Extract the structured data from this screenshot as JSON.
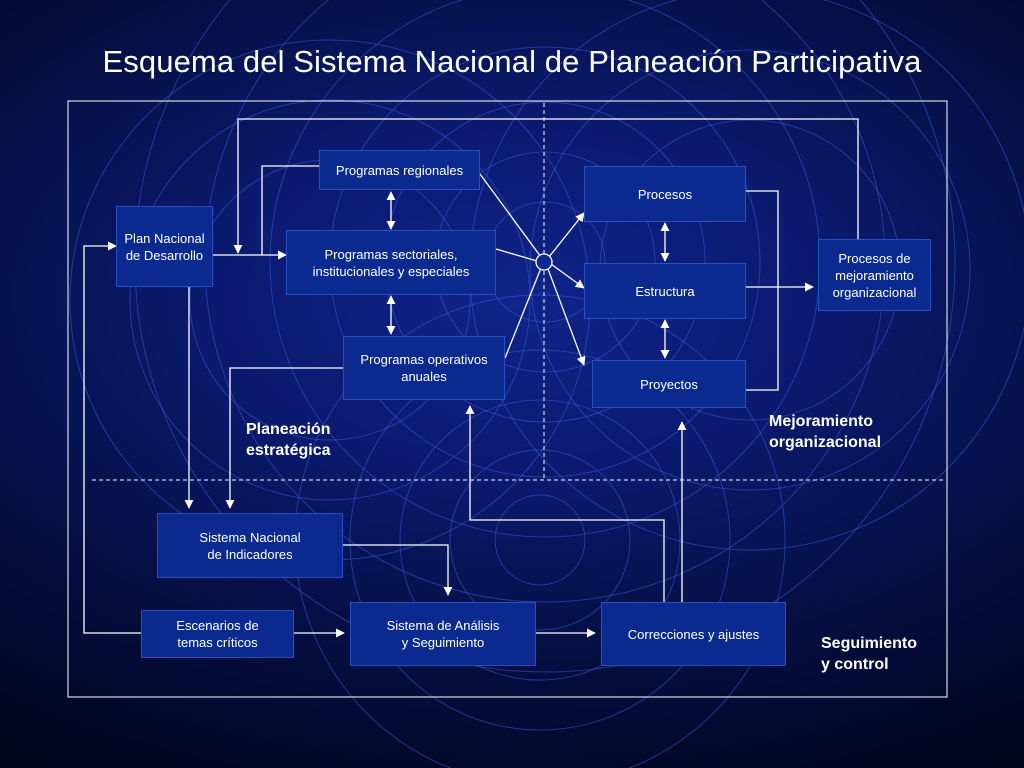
{
  "title": "Esquema del Sistema Nacional de Planeación Participativa",
  "sections": {
    "planeacion": "Planeación\nestratégica",
    "mejoramiento": "Mejoramiento\norganizacional",
    "seguimiento": "Seguimiento\ny control"
  },
  "boxes": {
    "plan_nacional": "Plan Nacional\nde Desarrollo",
    "programas_regionales": "Programas regionales",
    "programas_sectoriales": "Programas sectoriales,\ninstitucionales y  especiales",
    "programas_operativos": "Programas operativos\nanuales",
    "procesos": "Procesos",
    "estructura": "Estructura",
    "proyectos": "Proyectos",
    "procesos_mejoramiento": "Procesos de\nmejoramiento\norganizacional",
    "sistema_indicadores": "Sistema Nacional\nde Indicadores",
    "escenarios": "Escenarios de\ntemas críticos",
    "sistema_analisis": "Sistema de Análisis\ny Seguimiento",
    "correcciones": "Correcciones y ajustes"
  },
  "colors": {
    "box_fill": "#0a2a8f",
    "line": "#ffffff",
    "ring": "#3a5ad8"
  }
}
